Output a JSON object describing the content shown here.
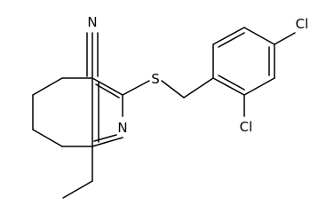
{
  "atom_labels": {
    "nitrile_n": "N",
    "sulfur": "S",
    "ring_n": "N",
    "cl_top": "Cl",
    "cl_bottom": "Cl"
  },
  "colors": {
    "bond": "#000000",
    "text": "#000000",
    "background": "#ffffff"
  }
}
